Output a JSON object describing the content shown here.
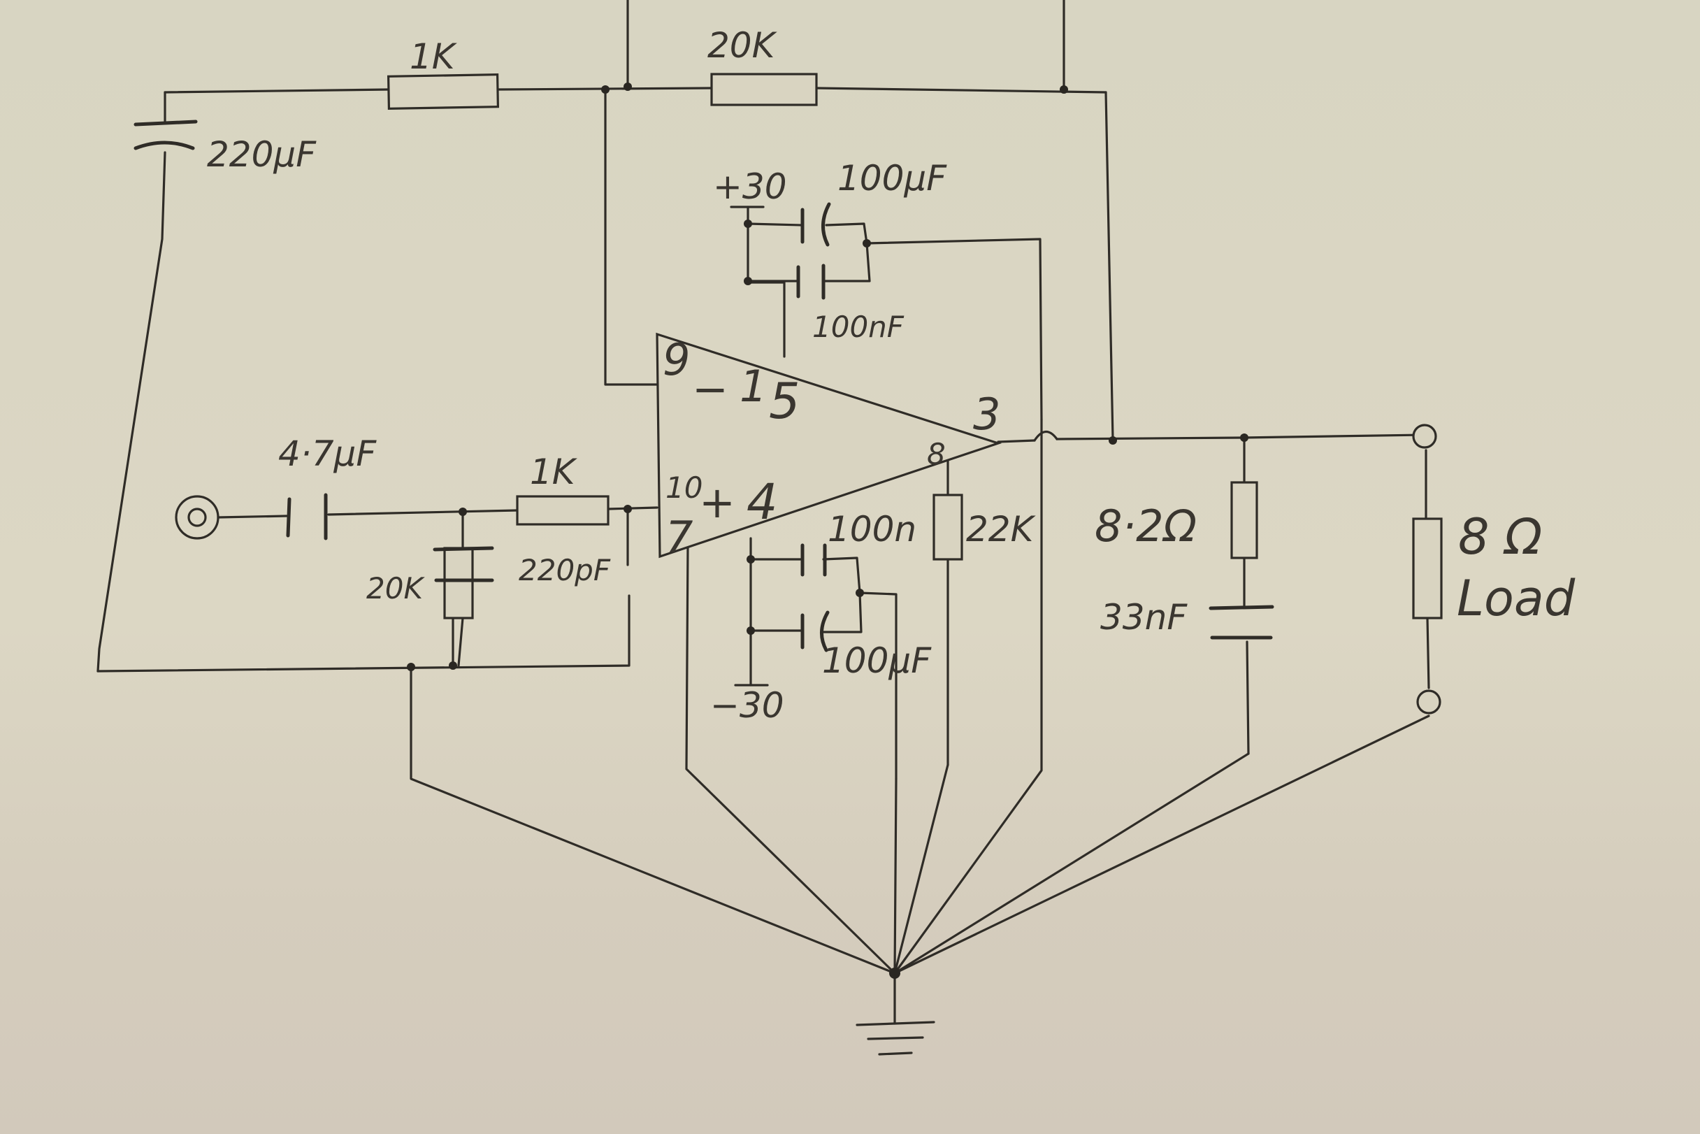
{
  "labels": {
    "r_feedback_1k": "1K",
    "r_feedback_20k": "20K",
    "c_feedback_220uf": "220µF",
    "supply_pos": "+30",
    "c_pos_100uf": "100µF",
    "c_pos_100nf": "100nF",
    "pin_9": "9",
    "pin_minus": "−",
    "pin_1": "1",
    "pin_5": "5",
    "pin_3": "3",
    "pin_8": "8",
    "pin_10": "10",
    "pin_plus": "+",
    "pin_4": "4",
    "pin_7": "7",
    "c_input_4_7uf": "4·7µF",
    "r_input_1k": "1K",
    "r_input_20k": "20K",
    "c_input_220pf": "220pF",
    "c_neg_100n": "100n",
    "c_neg_100uf": "100µF",
    "supply_neg": "−30",
    "r_22k": "22K",
    "r_zobel": "8·2Ω",
    "c_zobel": "33nF",
    "load_ohms": "8 Ω",
    "load_text": "Load"
  }
}
